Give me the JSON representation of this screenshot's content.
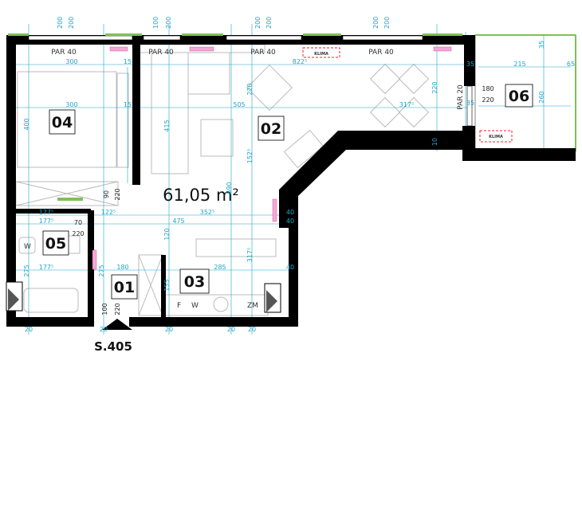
{
  "plan": {
    "total_area": "61,05 m²",
    "entrance_code": "S.405",
    "climate_label": "KLIMA",
    "rooms": [
      {
        "id": "01"
      },
      {
        "id": "02"
      },
      {
        "id": "03"
      },
      {
        "id": "04"
      },
      {
        "id": "05"
      },
      {
        "id": "06"
      }
    ],
    "window_labels": {
      "w1": "PAR 40",
      "w2": "PAR 40",
      "w3": "PAR 40",
      "w4": "PAR 40",
      "w5": "PAR 20"
    },
    "window_heights": {
      "w1": [
        "200",
        "200"
      ],
      "w2": [
        "100",
        "200"
      ],
      "w3": [
        "200",
        "200"
      ],
      "w4": [
        "200",
        "200"
      ]
    },
    "dimensions": {
      "d300a": "300",
      "d300b": "300",
      "d822": "822⁵",
      "d505": "505",
      "d317a": "317⁵",
      "d215": "215",
      "d220a": "220",
      "d180": "180",
      "d220b": "220",
      "d260": "260",
      "d400": "400",
      "d415": "415",
      "d220c": "220",
      "d90": "90",
      "d220d": "220",
      "d690": "690",
      "d152": "152⁵",
      "d122": "122⁵",
      "d352": "352⁵",
      "d475": "475",
      "d177a": "177⁵",
      "d177b": "177⁵",
      "d177c": "177⁵",
      "d70": "70",
      "d220e": "220",
      "d275a": "275",
      "d275b": "275",
      "d180b": "180",
      "d285": "285",
      "d317b": "317⁵",
      "d120": "120",
      "d155": "155",
      "d100": "100",
      "d220f": "220",
      "d40a": "40",
      "d40b": "40",
      "d40c": "40",
      "d10": "10",
      "d15a": "15",
      "d15b": "15",
      "d35a": "35",
      "d35b": "35",
      "d35c": "35",
      "d20a": "20",
      "d20b": "20",
      "d20c": "20",
      "d20d": "20",
      "d20e": "20",
      "d65": "65"
    },
    "fixtures": {
      "fridge": "F",
      "washer": "W",
      "dishwasher": "ZM",
      "wc": "W"
    }
  }
}
